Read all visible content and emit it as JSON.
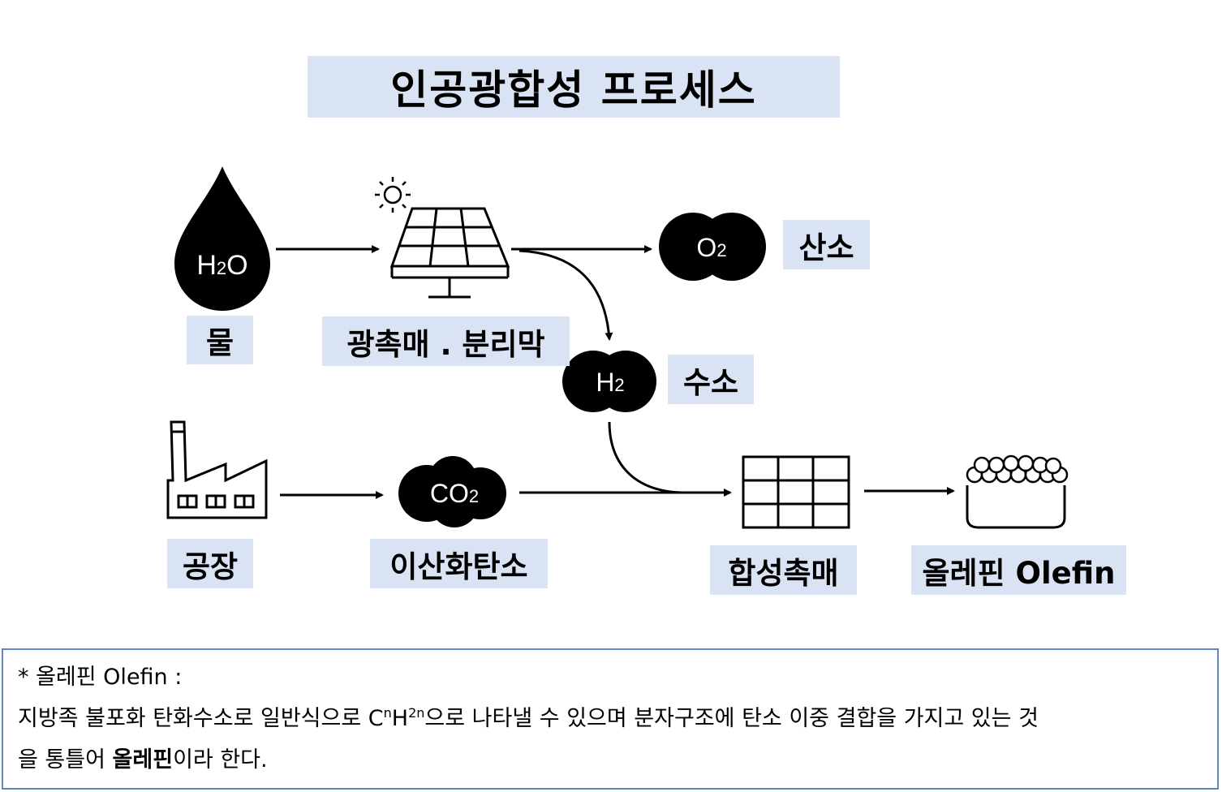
{
  "title": "인공광합성 프로세스",
  "labels": {
    "water": "물",
    "photocatalyst": "광촉매 . 분리막",
    "oxygen": "산소",
    "hydrogen": "수소",
    "factory": "공장",
    "co2": "이산화탄소",
    "synthesis_catalyst": "합성촉매",
    "olefin": "올레핀 Olefin"
  },
  "molecules": {
    "water_h": "H",
    "water_sub": "2",
    "water_o": "O",
    "o2_main": "O",
    "o2_sub": "2",
    "h2_main": "H",
    "h2_sub": "2",
    "co2_main": "CO",
    "co2_sub": "2"
  },
  "icons": [
    "water-drop-icon",
    "sun-icon",
    "solar-panel-icon",
    "cloud-icon",
    "factory-icon",
    "catalyst-grid-icon",
    "olefin-beads-icon",
    "arrow-icon"
  ],
  "note": {
    "heading": "* 올레핀 Olefin :",
    "line1_a": "지방족 불포화 탄화수소로 일반식으로 C",
    "line1_n": "n",
    "line1_h": "H",
    "line1_2n": "2n",
    "line1_b": "으로 나타낼 수 있으며 분자구조에 탄소 이중 결합을 가지고 있는 것",
    "line2_a": "을 통틀어 ",
    "line2_bold": "올레핀",
    "line2_b": "이라 한다."
  },
  "colors": {
    "label_bg": "#dae3f3",
    "note_border": "#5b87c5",
    "icon": "#000000"
  }
}
